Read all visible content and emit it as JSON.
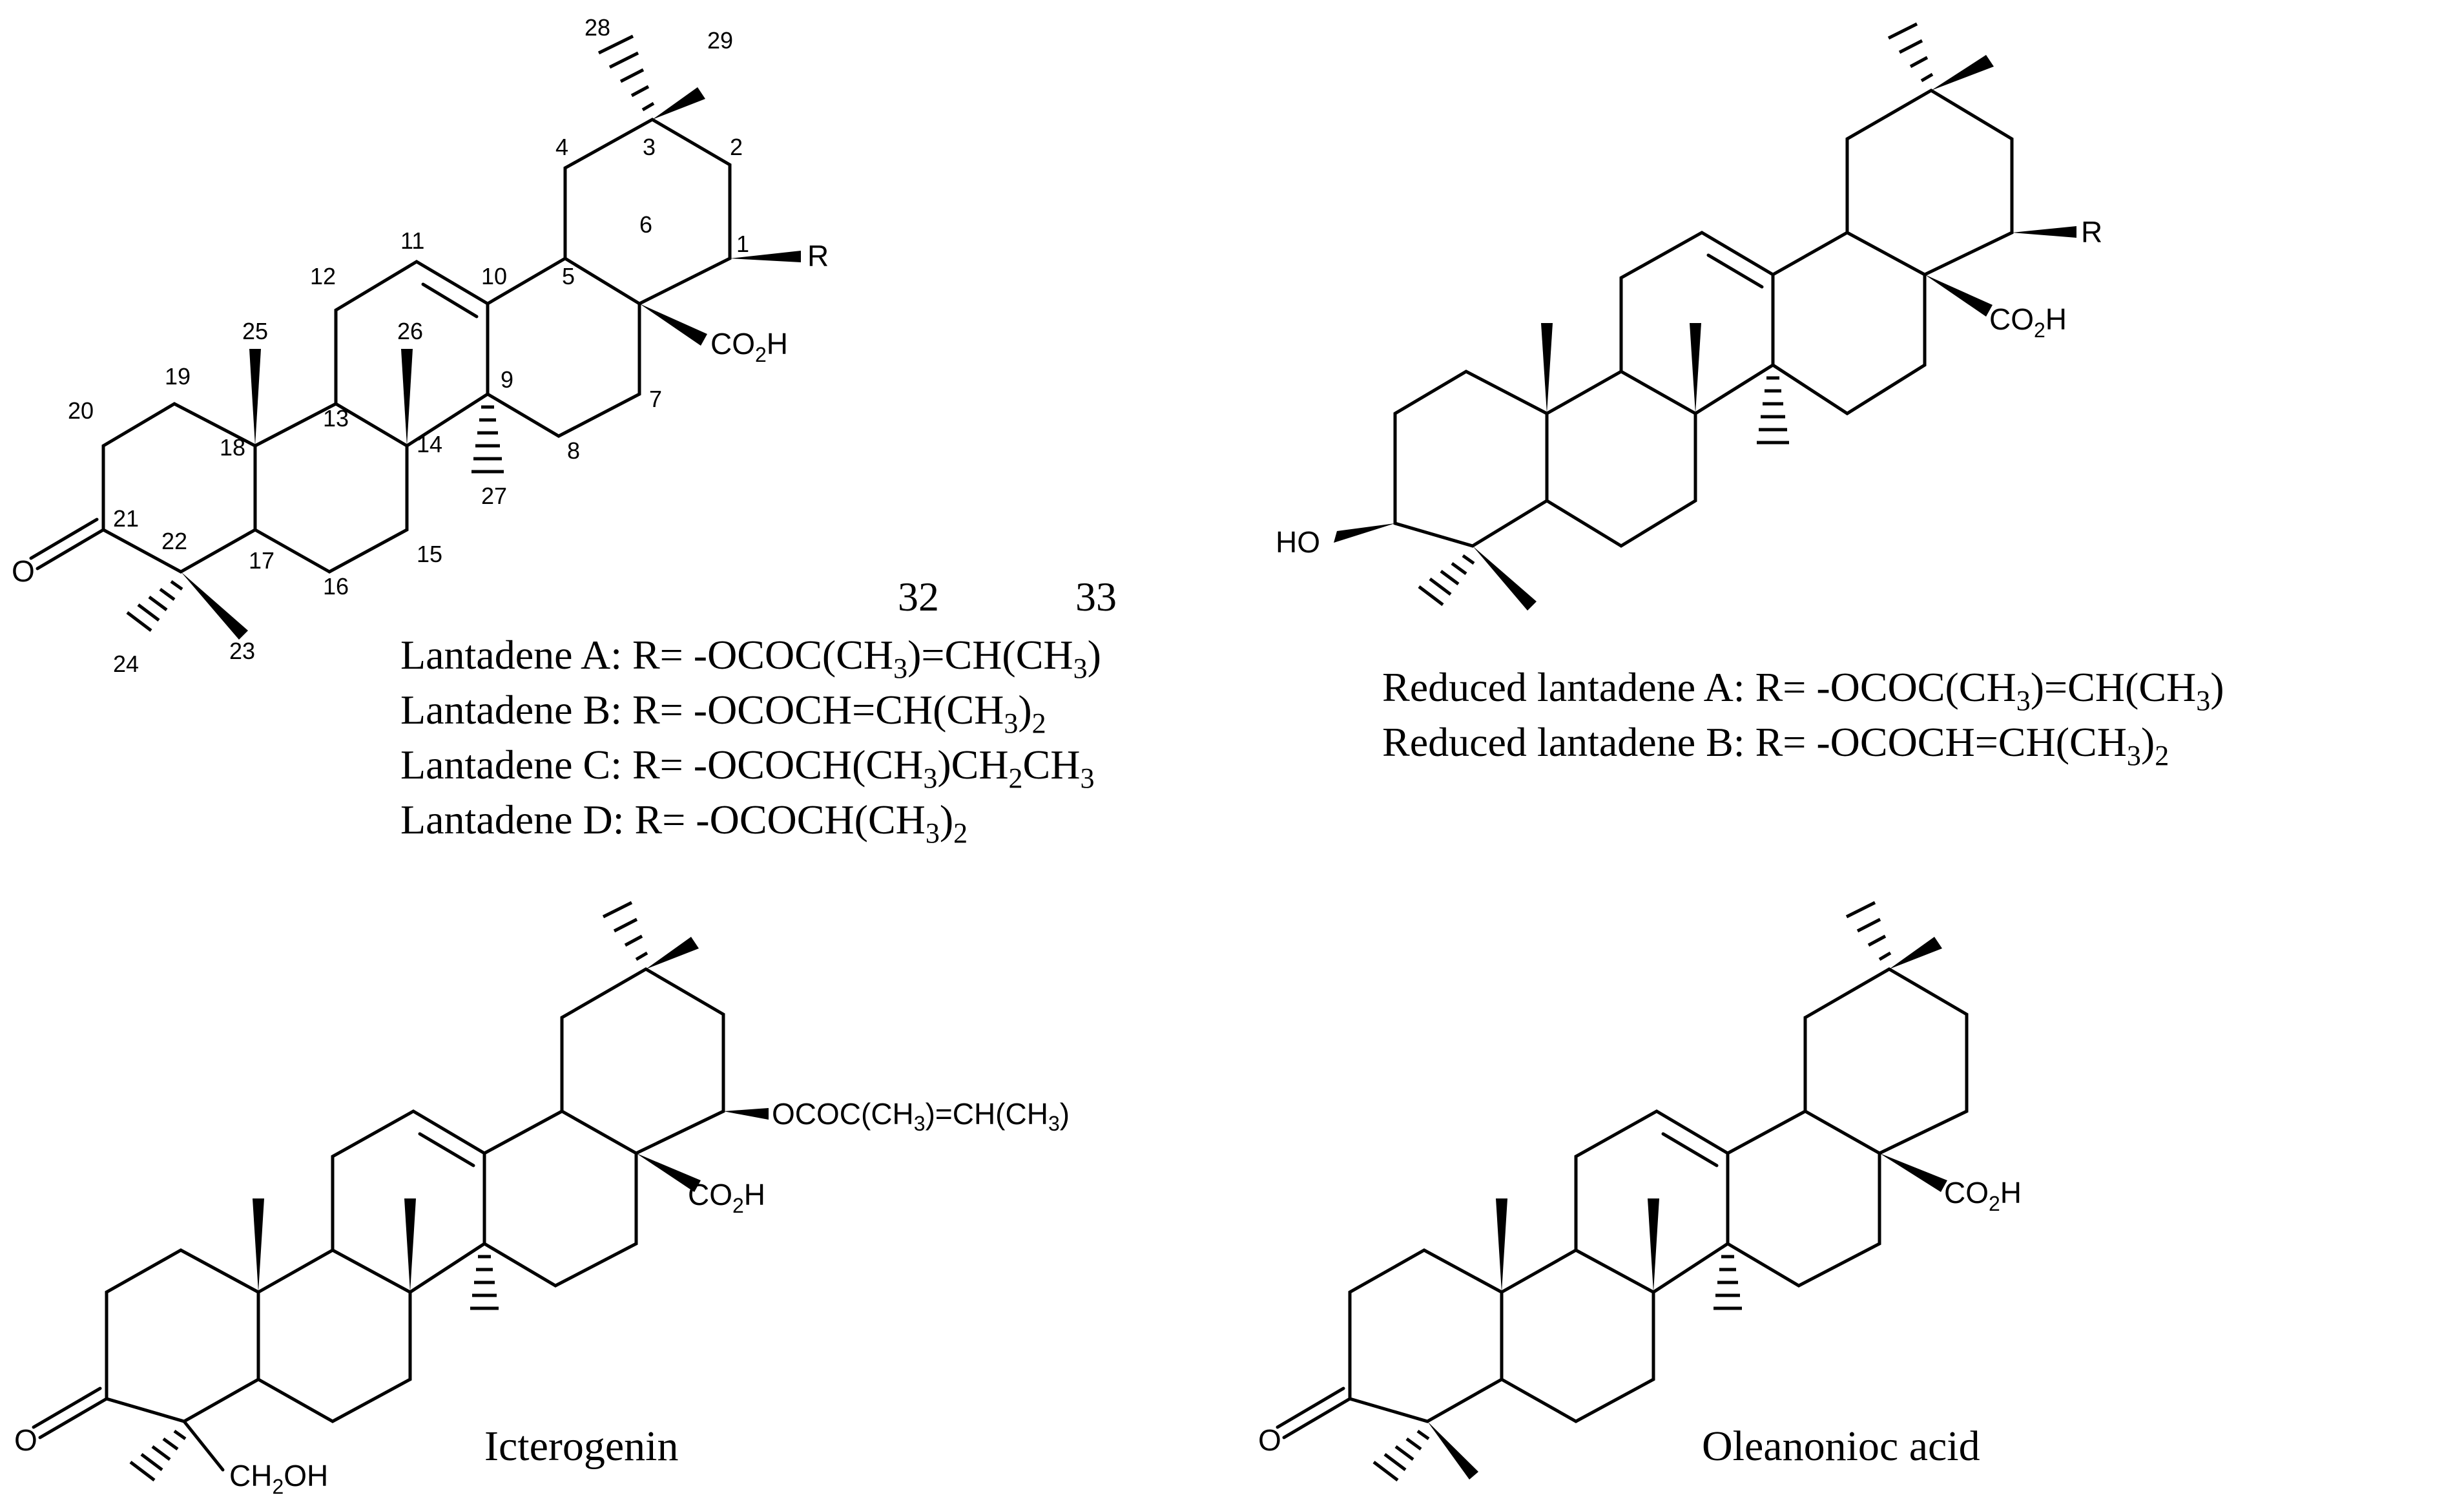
{
  "lantadene_structure": {
    "carbon_numbers": [
      "1",
      "2",
      "3",
      "4",
      "5",
      "6",
      "7",
      "8",
      "9",
      "10",
      "11",
      "12",
      "13",
      "14",
      "15",
      "16",
      "17",
      "18",
      "19",
      "20",
      "21",
      "22",
      "23",
      "24",
      "25",
      "26",
      "27",
      "28",
      "29"
    ],
    "atom_labels": {
      "oxo": "O",
      "r": "R",
      "carboxyl": "CO",
      "carboxyl_sub": "2",
      "carboxyl_h": "H"
    },
    "acyl_numbers": [
      "32",
      "33"
    ],
    "r_groups": [
      {
        "name": "Lantadene A:",
        "formula": [
          "R= -OCOC(CH",
          "3",
          ")=CH(CH",
          "3",
          ")"
        ]
      },
      {
        "name": "Lantadene B:",
        "formula": [
          "R= -OCOCH=CH(CH",
          "3",
          ")",
          "2"
        ]
      },
      {
        "name": "Lantadene C:",
        "formula": [
          "R= -OCOCH(CH",
          "3",
          ")CH",
          "2",
          "CH",
          "3"
        ]
      },
      {
        "name": "Lantadene D:",
        "formula": [
          "R= -OCOCH(CH",
          "3",
          ")",
          "2"
        ]
      }
    ]
  },
  "reduced_structure": {
    "atom_labels": {
      "hydroxyl": "HO",
      "r": "R",
      "carboxyl": "CO",
      "carboxyl_sub": "2",
      "carboxyl_h": "H"
    },
    "r_groups": [
      {
        "name": "Reduced lantadene A:",
        "formula": [
          "R= -OCOC(CH",
          "3",
          ")=CH(CH",
          "3",
          ")"
        ]
      },
      {
        "name": "Reduced lantadene B:",
        "formula": [
          "R= -OCOCH=CH(CH",
          "3",
          ")",
          "2"
        ]
      }
    ]
  },
  "icterogenin_structure": {
    "name": "Icterogenin",
    "atom_labels": {
      "oxo": "O",
      "ester": "OCOC(CH",
      "ester_sub1": "3",
      "ester_mid": ")=CH(CH",
      "ester_sub2": "3",
      "ester_end": ")",
      "carboxyl": "CO",
      "carboxyl_sub": "2",
      "carboxyl_h": "H",
      "hydroxymethyl": "CH",
      "hydroxymethyl_sub": "2",
      "hydroxymethyl_end": "OH"
    }
  },
  "oleanonic_structure": {
    "name": "Oleanonioc acid",
    "atom_labels": {
      "oxo": "O",
      "carboxyl": "CO",
      "carboxyl_sub": "2",
      "carboxyl_h": "H"
    }
  }
}
